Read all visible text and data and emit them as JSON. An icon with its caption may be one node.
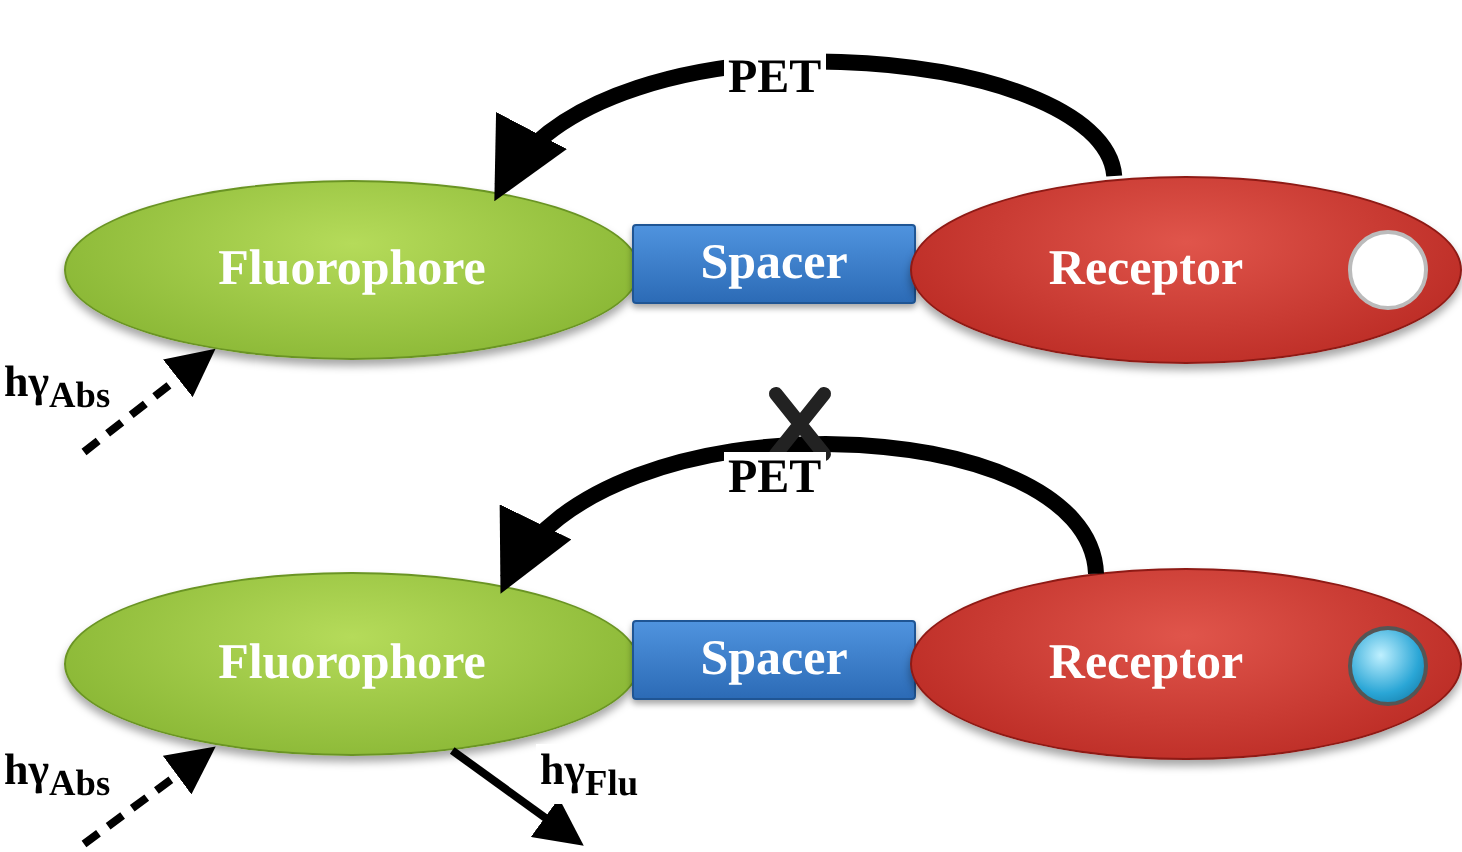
{
  "diagram": {
    "nodes": [
      {
        "text": [
          "Fluorophore"
        ]
      },
      {
        "text": [
          "Spacer"
        ]
      },
      {
        "text": [
          "Receptor"
        ]
      },
      {
        "text": [],
        "shape": "circle",
        "in": 2
      },
      {
        "text": [
          "Fluorophore"
        ]
      },
      {
        "text": [
          "Spacer"
        ]
      },
      {
        "text": [
          "Receptor"
        ]
      },
      {
        "text": [],
        "shape": "circle",
        "in": 6
      }
    ],
    "edges": [
      {
        "from": 2,
        "to": 0,
        "arrow": "to",
        "label": "PET",
        "style": "thick"
      },
      {
        "from": null,
        "to": 0,
        "arrow": "to",
        "label": "hγ$_{Abs}$",
        "style": "dashed"
      },
      {
        "from": 6,
        "to": 4,
        "arrow": "to",
        "label": "PET",
        "style": "thick"
      },
      {
        "from": null,
        "to": 4,
        "arrow": "to",
        "label": "hγ$_{Abs}$",
        "style": "dashed"
      },
      {
        "from": 4,
        "to": null,
        "arrow": "to",
        "label": "hγ$_{Flu}$"
      }
    ]
  }
}
